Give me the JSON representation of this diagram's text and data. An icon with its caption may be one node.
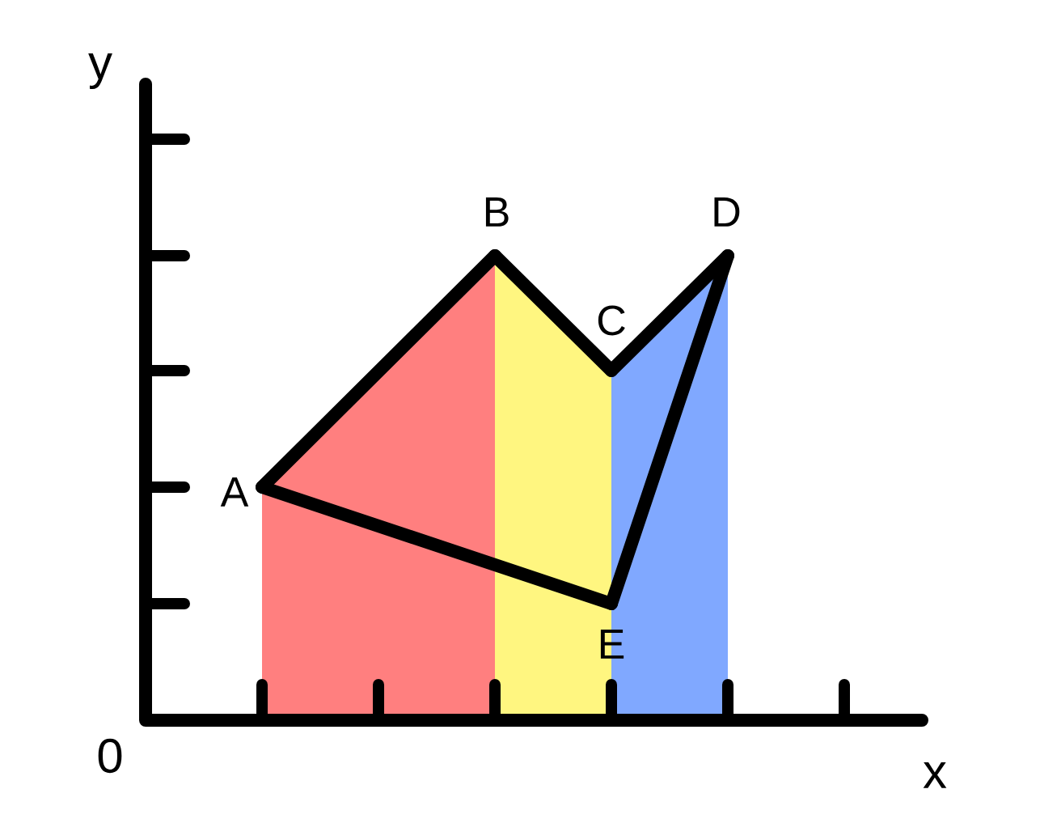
{
  "diagram": {
    "nodes": [
      {
        "text": [
          "A"
        ]
      },
      {
        "text": [
          "B"
        ]
      },
      {
        "text": [
          "C"
        ]
      },
      {
        "text": [
          "D"
        ]
      },
      {
        "text": [
          "E"
        ]
      }
    ],
    "edges": [
      {
        "from": 0,
        "to": 1,
        "arrow": "none"
      },
      {
        "from": 1,
        "to": 2,
        "arrow": "none"
      },
      {
        "from": 2,
        "to": 3,
        "arrow": "none"
      },
      {
        "from": 3,
        "to": 4,
        "arrow": "none"
      },
      {
        "from": 4,
        "to": 0,
        "arrow": "none"
      }
    ],
    "labels": [
      "y",
      "0",
      "x"
    ]
  }
}
